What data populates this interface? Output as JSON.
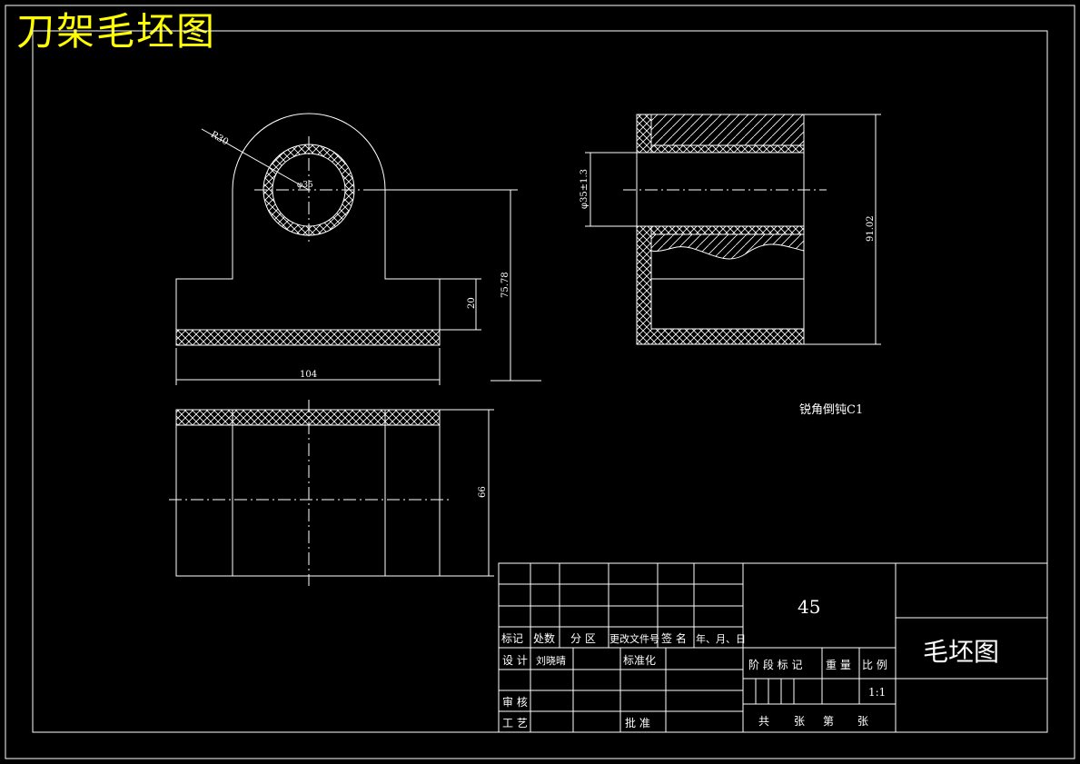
{
  "sheet_title": "刀架毛坯图",
  "dimensions": {
    "r_outer": "R30",
    "d_inner": "φ35",
    "width_104": "104",
    "height_20": "20",
    "height_75": "75.78",
    "depth_66": "66",
    "bore": "φ35±1.3",
    "height_91": "91.02"
  },
  "note": "锐角倒钝C1",
  "title_block": {
    "material": "45",
    "drawing_name": "毛坯图",
    "headers": {
      "mark": "标记",
      "count": "处数",
      "zone": "分 区",
      "doc_no": "更改文件号",
      "sign": "签 名",
      "date": "年、月、日"
    },
    "design_label": "设 计",
    "designer": "刘晓晴",
    "standard_label": "标准化",
    "review_label": "审 核",
    "craft_label": "工 艺",
    "approve_label": "批 准",
    "stage_label": "阶 段 标 记",
    "weight_label": "重 量",
    "scale_label": "比 例",
    "scale_value": "1:1",
    "total_label": "共",
    "sheets_label": "张",
    "page_label": "第",
    "page_sheets_label": "张"
  }
}
